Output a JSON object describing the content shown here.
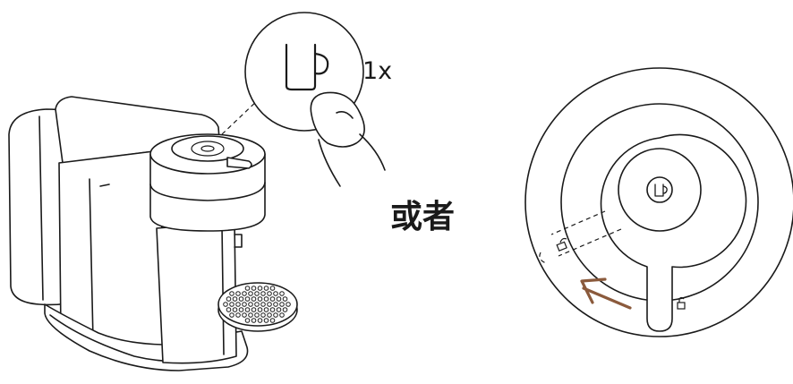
{
  "instruction": {
    "press_count": "1x",
    "alternative_word": "或者"
  },
  "colors": {
    "line": "#1a1a1a",
    "arrow": "#8b5a3c",
    "background": "#ffffff"
  },
  "icons": [
    "coffee-machine",
    "cup-icon",
    "finger",
    "drip-tray",
    "lever-dial",
    "unlock-icon",
    "open-lock-icon",
    "rotation-arrow"
  ]
}
